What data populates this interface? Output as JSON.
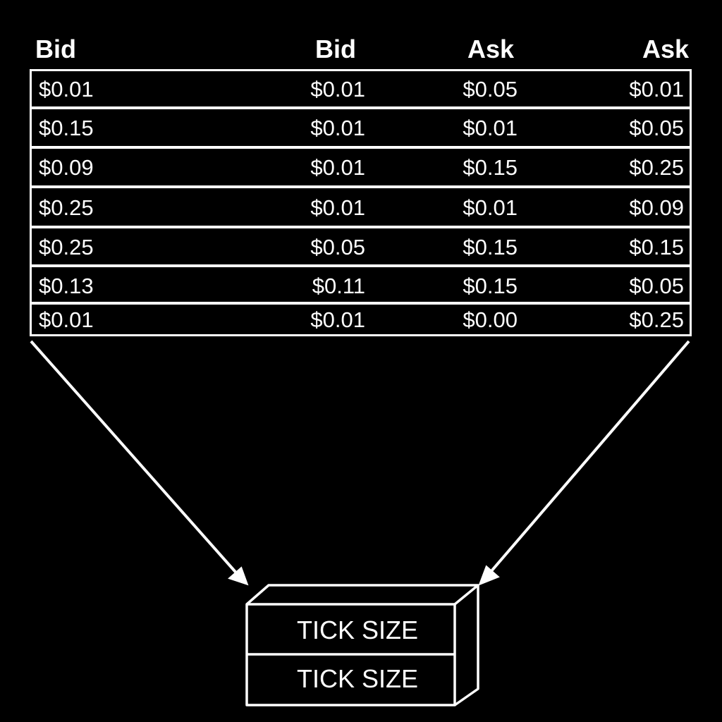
{
  "table": {
    "headers": [
      "Bid",
      "Bid",
      "Ask",
      "Ask"
    ],
    "rows": [
      [
        "$0.01",
        "$0.01",
        "$0.05",
        "$0.01"
      ],
      [
        "$0.15",
        "$0.01",
        "$0.01",
        "$0.05"
      ],
      [
        "$0.09",
        "$0.01",
        "$0.15",
        "$0.25"
      ],
      [
        "$0.25",
        "$0.01",
        "$0.01",
        "$0.09"
      ],
      [
        "$0.25",
        "$0.05",
        "$0.15",
        "$0.15"
      ],
      [
        "$0.13",
        "$0.11",
        "$0.15",
        "$0.05"
      ],
      [
        "$0.01",
        "$0.01",
        "$0.00",
        "$0.25"
      ]
    ]
  },
  "box": {
    "labels": [
      "TICK SIZE",
      "TICK SIZE"
    ]
  },
  "colors": {
    "background": "#000000",
    "foreground": "#ffffff"
  }
}
